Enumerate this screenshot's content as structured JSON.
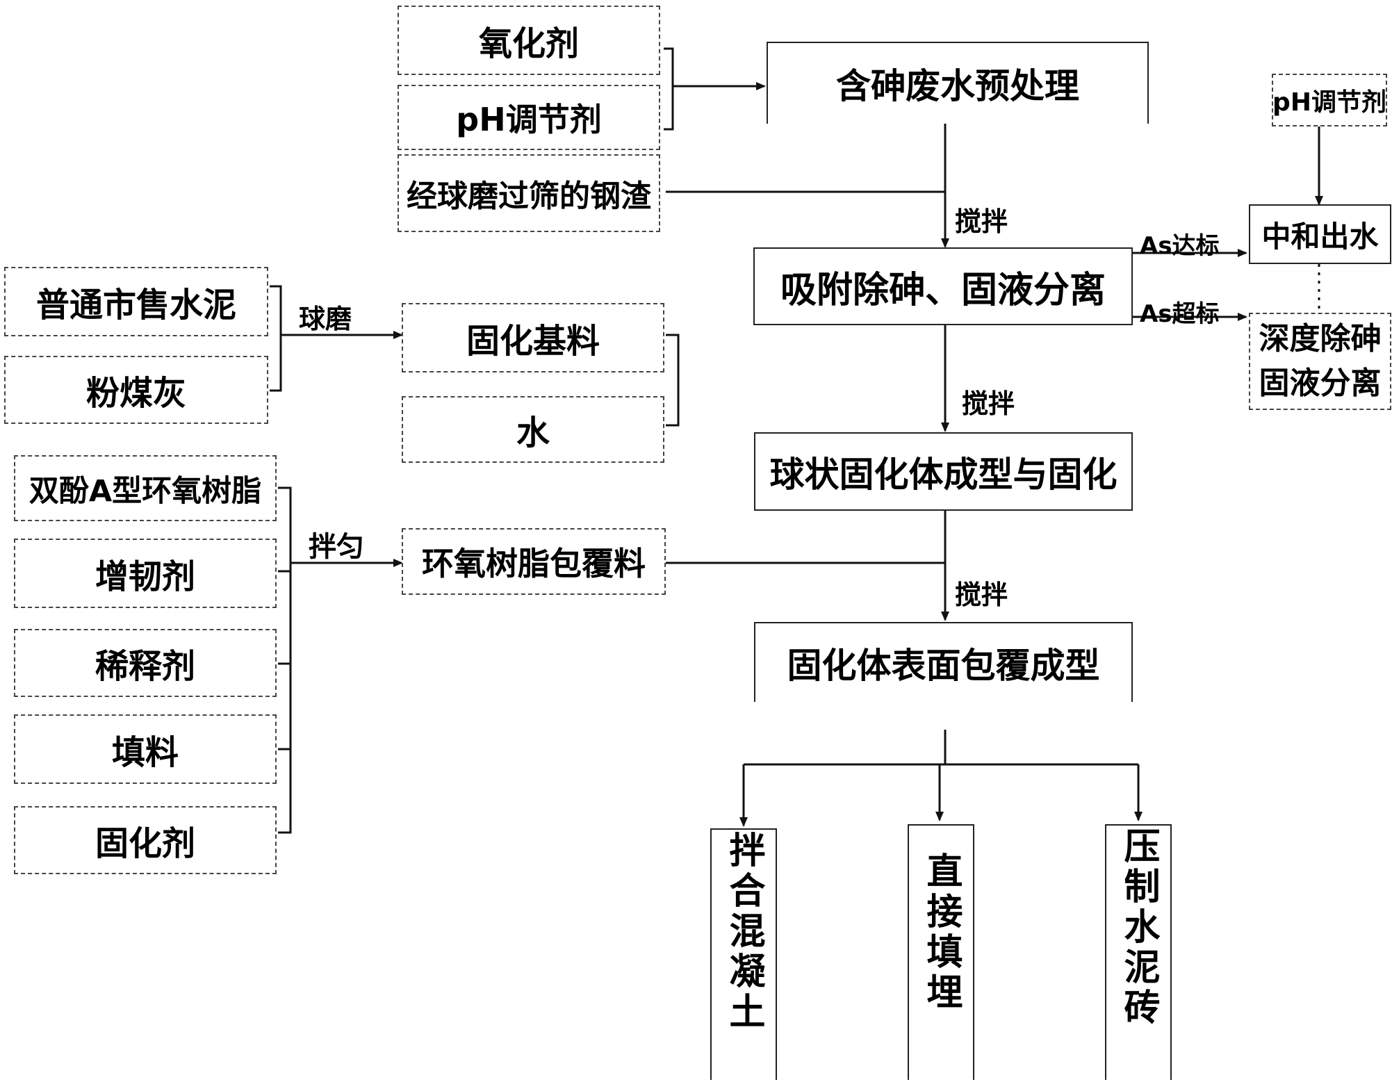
{
  "inputs_top": [
    "氧化剂",
    "pH调节剂",
    "经球磨过筛的钢渣"
  ],
  "inputs_left_cement": [
    "普通市售水泥",
    "粉煤灰"
  ],
  "inputs_left_epoxy": [
    "双酚A型环氧树脂",
    "增韧剂",
    "稀释剂",
    "填料",
    "固化剂"
  ],
  "mid_boxes": {
    "curing_base": "固化基料",
    "water": "水",
    "epoxy_coating": "环氧树脂包覆料"
  },
  "main_steps": [
    "含砷废水预处理",
    "吸附除砷、固液分离",
    "球状固化体成型与固化",
    "固化体表面包覆成型"
  ],
  "right_side": {
    "ph_agent": "pH调节剂",
    "neutralize": "中和出水",
    "deep_removal": "深度除砷固液分离"
  },
  "edge_labels": {
    "stir1": "搅拌",
    "stir2": "搅拌",
    "stir3": "搅拌",
    "ball_mill": "球磨",
    "mix_even": "拌匀",
    "as_pass": "As达标",
    "as_exceed": "As超标"
  },
  "outputs": [
    "拌合混凝土",
    "直接填埋",
    "压制水泥砖"
  ]
}
